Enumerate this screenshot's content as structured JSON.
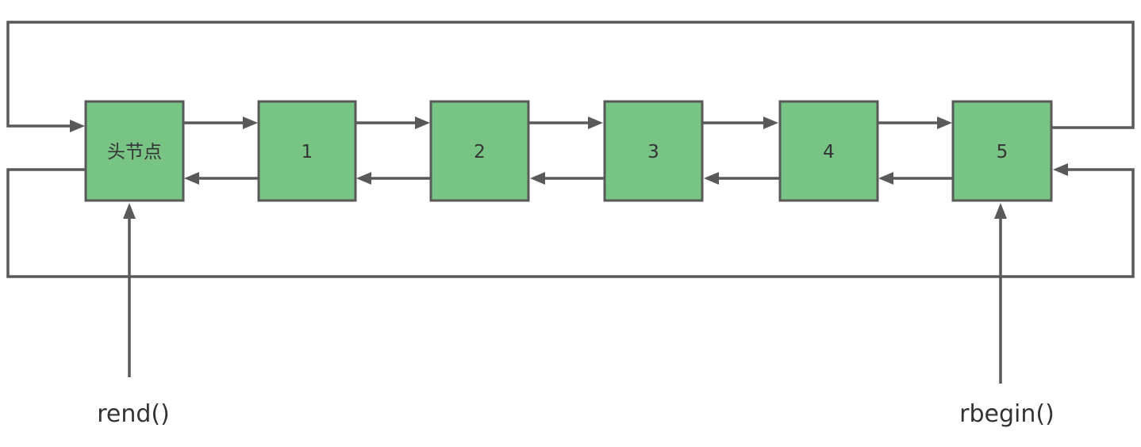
{
  "diagram": {
    "colors": {
      "node_fill": "#78c484",
      "stroke": "#595959",
      "text": "#333333"
    },
    "nodes": [
      {
        "id": "head",
        "label": "头节点"
      },
      {
        "id": "n1",
        "label": "1"
      },
      {
        "id": "n2",
        "label": "2"
      },
      {
        "id": "n3",
        "label": "3"
      },
      {
        "id": "n4",
        "label": "4"
      },
      {
        "id": "n5",
        "label": "5"
      }
    ],
    "pointers": {
      "rend": "rend()",
      "rbegin": "rbegin()"
    },
    "edges": [
      {
        "from": "head",
        "to": "n1"
      },
      {
        "from": "n1",
        "to": "head"
      },
      {
        "from": "n1",
        "to": "n2"
      },
      {
        "from": "n2",
        "to": "n1"
      },
      {
        "from": "n2",
        "to": "n3"
      },
      {
        "from": "n3",
        "to": "n2"
      },
      {
        "from": "n3",
        "to": "n4"
      },
      {
        "from": "n4",
        "to": "n3"
      },
      {
        "from": "n4",
        "to": "n5"
      },
      {
        "from": "n5",
        "to": "n4"
      },
      {
        "from": "n5",
        "to": "head"
      },
      {
        "from": "head",
        "to": "n5"
      }
    ]
  }
}
